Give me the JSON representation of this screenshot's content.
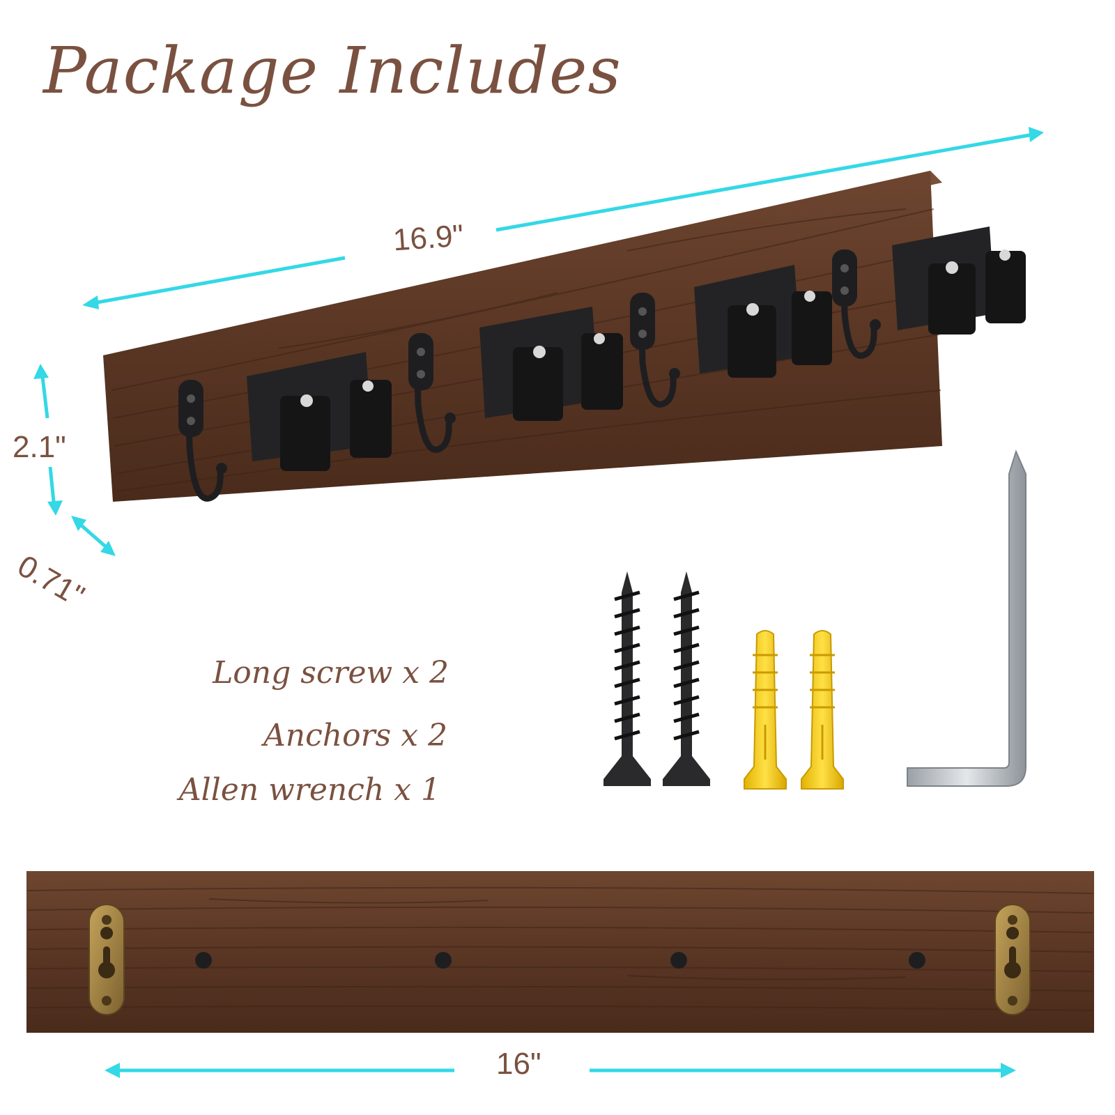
{
  "title": "Package Includes",
  "dimensions": {
    "length_top": "16.9\"",
    "height": "2.1\"",
    "depth": "0.71\"",
    "length_back": "16\""
  },
  "items": [
    {
      "label": "Long screw x 2"
    },
    {
      "label": "Anchors x 2"
    },
    {
      "label": "Allen wrench x 1"
    }
  ],
  "colors": {
    "text": "#7a5140",
    "arrow": "#34d8e6",
    "wood": "#5d3a26",
    "wood_dark": "#3f2517",
    "metal_black": "#1e1e20",
    "anchor_yellow": "#f2c919",
    "brass": "#a0823f",
    "steel": "#c6cbd0"
  }
}
